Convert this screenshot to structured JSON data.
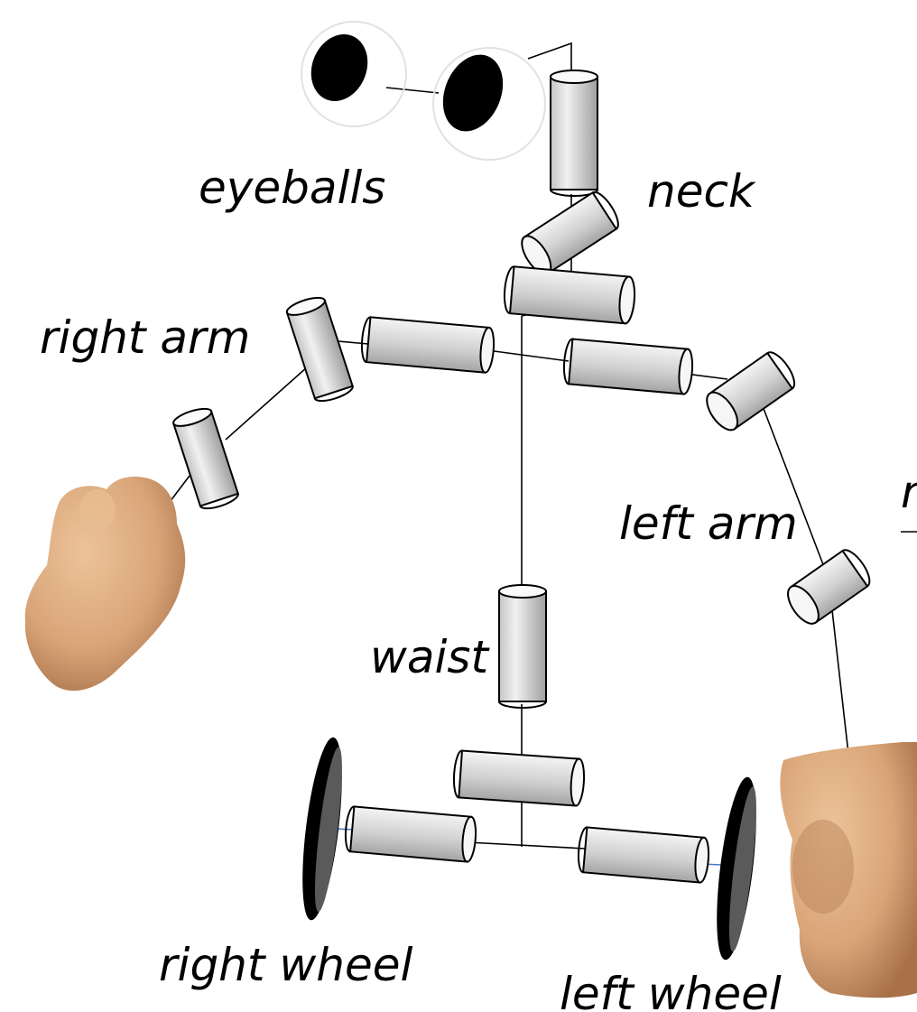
{
  "labels": {
    "eyeballs": "eyeballs",
    "neck": "neck",
    "right_arm": "right arm",
    "left_arm": "left arm",
    "waist": "waist",
    "right_wheel": "right wheel",
    "left_wheel": "left wheel",
    "cut_off": "n"
  },
  "colors": {
    "line": "#000000",
    "cylinder_light": "#f2f2f2",
    "cylinder_dark": "#a9a9a9",
    "wheel_face": "#5a5a5a",
    "wheel_rim": "#000000",
    "hand_light": "#e6b88e",
    "hand_dark": "#b88258",
    "axle_accent": "#4a7bc8"
  },
  "icons": {
    "hands": "hand-icon",
    "eyes": "eyeball-icon",
    "wheels": "wheel-icon"
  }
}
